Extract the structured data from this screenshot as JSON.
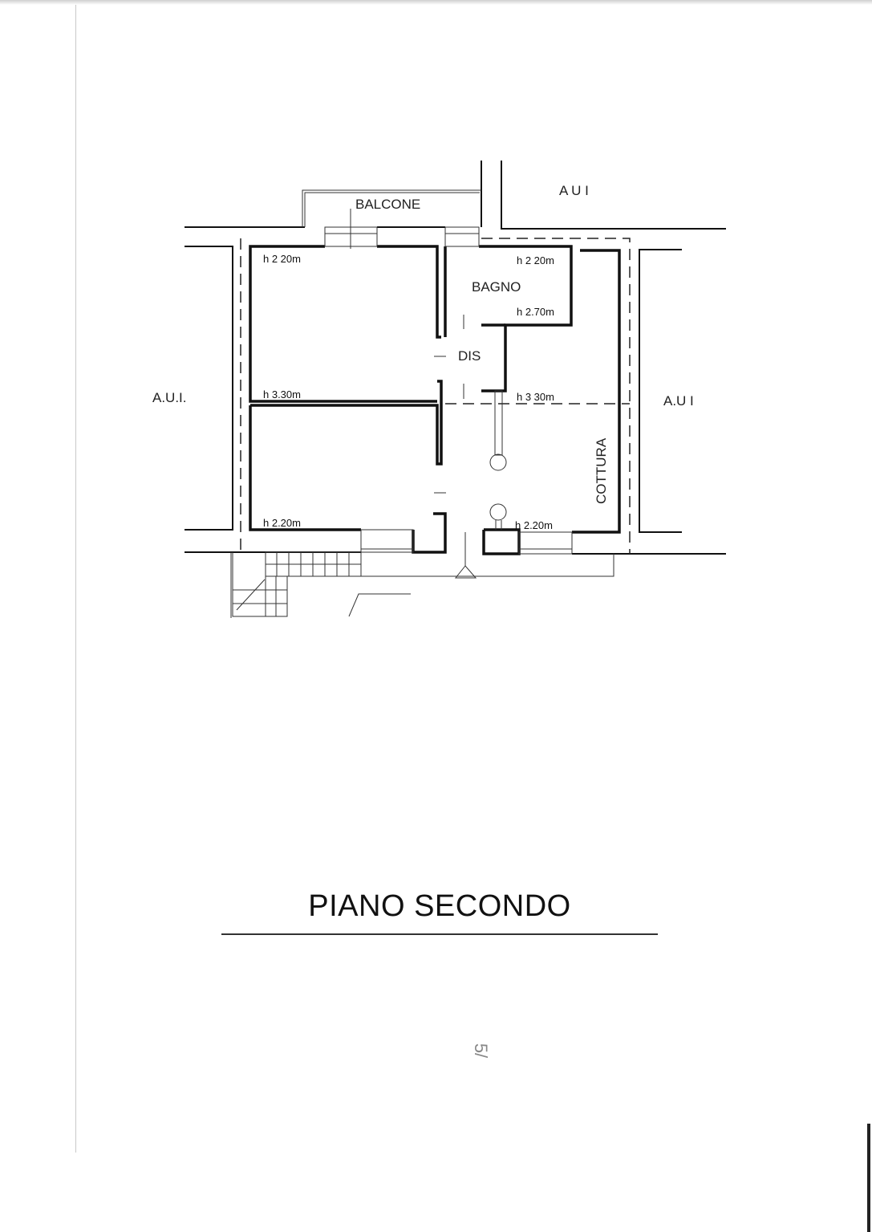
{
  "plan": {
    "labels": {
      "balcone": "BALCONE",
      "aui_top": "A U I",
      "aui_left": "A.U.I.",
      "aui_right": "A.U I",
      "bagno": "BAGNO",
      "dis": "DIS",
      "cottura": "COTTURA"
    },
    "heights": {
      "top_left": "h 2 20m",
      "bagno_top": "h 2 20m",
      "bagno_bottom": "h 2.70m",
      "mid_left": "h 3.30m",
      "mid_right": "h 3 30m",
      "bottom_left": "h 2.20m",
      "bottom_right": "h 2.20m"
    }
  },
  "title": "PIANO SECONDO",
  "page_mark": "5/"
}
